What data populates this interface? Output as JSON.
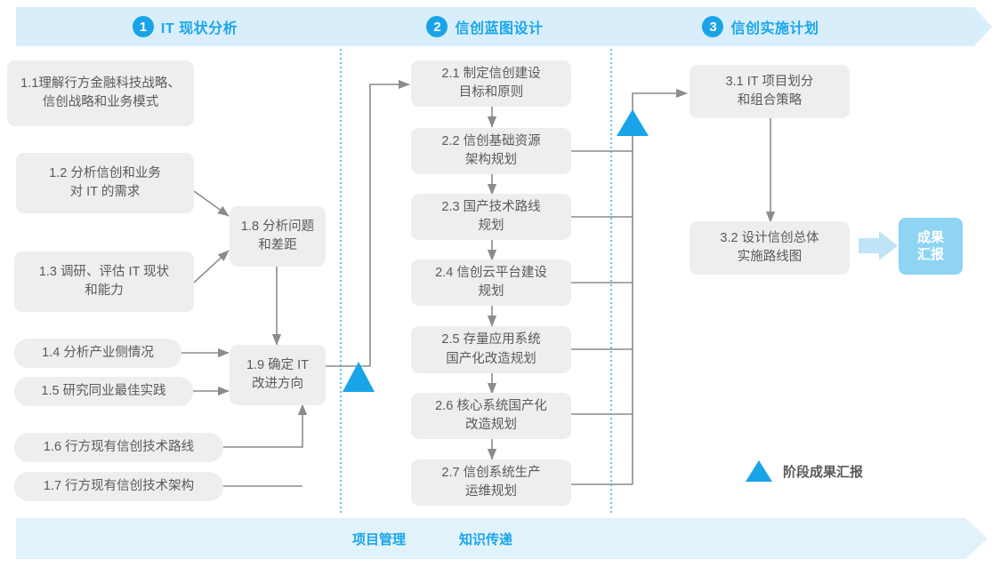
{
  "phases": [
    {
      "num": "1",
      "label": "IT 现状分析"
    },
    {
      "num": "2",
      "label": "信创蓝图设计"
    },
    {
      "num": "3",
      "label": "信创实施计划"
    }
  ],
  "nodes": {
    "n11": "1.1理解行方金融科技战略、\n信创战略和业务模式",
    "n12": "1.2 分析信创和业务\n对 IT 的需求",
    "n13": "1.3 调研、评估 IT 现状\n和能力",
    "n14": "1.4 分析产业侧情况",
    "n15": "1.5 研究同业最佳实践",
    "n16": "1.6 行方现有信创技术路线",
    "n17": "1.7 行方现有信创技术架构",
    "n18": "1.8 分析问题\n和差距",
    "n19": "1.9 确定 IT\n改进方向",
    "n21": "2.1 制定信创建设\n目标和原则",
    "n22": "2.2 信创基础资源\n架构规划",
    "n23": "2.3 国产技术路线\n规划",
    "n24": "2.4 信创云平台建设\n规划",
    "n25": "2.5 存量应用系统\n国产化改造规划",
    "n26": "2.6 核心系统国产化\n改造规划",
    "n27": "2.7 信创系统生产\n运维规划",
    "n31": "3.1 IT 项目划分\n和组合策略",
    "n32": "3.2 设计信创总体\n实施路线图",
    "result": "成果\n汇报"
  },
  "legend": {
    "text": "阶段成果汇报"
  },
  "bottom": {
    "labels": [
      "项目管理",
      "知识传递"
    ]
  },
  "colors": {
    "band": "#d9eefb",
    "accent": "#1aa6ea",
    "marker": "#19a4e8",
    "node_bg": "#eeeeee",
    "node_text": "#5a5a5a",
    "result_bg": "#8fd4f2",
    "wire": "#8c8c8c",
    "divider": "#2fb7ef"
  }
}
